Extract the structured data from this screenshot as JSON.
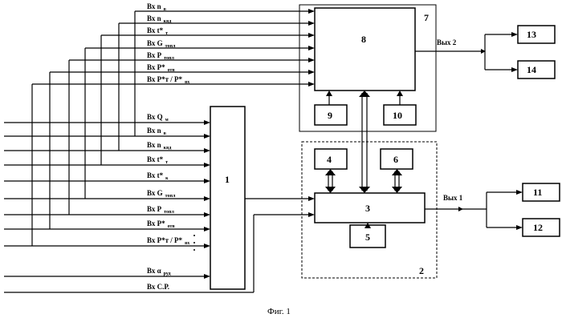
{
  "caption": "Фиг. 1",
  "blocks": {
    "b1": "1",
    "b2": "2",
    "b3": "3",
    "b4": "4",
    "b5": "5",
    "b6": "6",
    "b7": "7",
    "b8": "8",
    "b9": "9",
    "b10": "10",
    "b11": "11",
    "b12": "12",
    "b13": "13",
    "b14": "14"
  },
  "outputs": {
    "out1": "Вых 1",
    "out2": "Вых 2"
  },
  "top_inputs": [
    {
      "main": "Вх n",
      "sub": "в"
    },
    {
      "main": "Вх n",
      "sub": "квд"
    },
    {
      "main": "Вх t*",
      "sub": "т"
    },
    {
      "main": "Вх G",
      "sub": "топл"
    },
    {
      "main": "Вх P",
      "sub": "топл"
    },
    {
      "main": "Вх P*",
      "sub": "отв"
    },
    {
      "main": "Вх P*т / P*",
      "sub": "вх"
    }
  ],
  "left_inputs": [
    {
      "main": "Вх Q",
      "sub": "м"
    },
    {
      "main": "Вх n",
      "sub": "в"
    },
    {
      "main": "Вх n",
      "sub": "квд"
    },
    {
      "main": "Вх t*",
      "sub": "т"
    },
    {
      "main": "Вх t*",
      "sub": "к"
    },
    {
      "main": "Вх G",
      "sub": "топл"
    },
    {
      "main": "Вх P",
      "sub": "топл"
    },
    {
      "main": "Вх P*",
      "sub": "отв"
    },
    {
      "main": "Вх P*т / P*",
      "sub": "вх"
    },
    {
      "main": "Вх α",
      "sub": "руд"
    },
    {
      "main": "Вх С.Р.",
      "sub": ""
    }
  ]
}
